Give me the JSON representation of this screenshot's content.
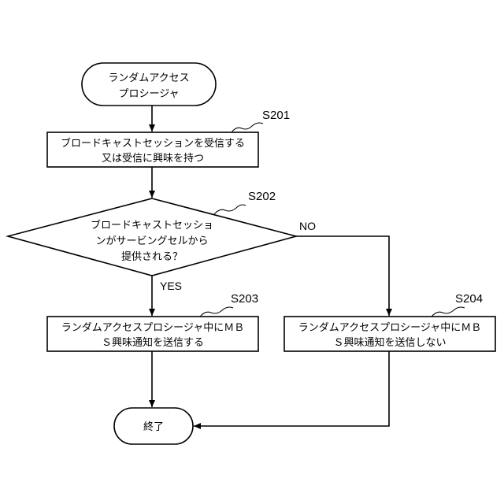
{
  "nodes": {
    "start": {
      "line1": "ランダムアクセス",
      "line2": "プロシージャ"
    },
    "s201": {
      "label": "S201",
      "line1": "ブロードキャストセッションを受信する",
      "line2": "又は受信に興味を持つ"
    },
    "s202": {
      "label": "S202",
      "line1": "ブロードキャストセッショ",
      "line2": "ンがサービングセルから",
      "line3": "提供される？"
    },
    "s203": {
      "label": "S203",
      "line1": "ランダムアクセスプロシージャ中にＭＢ",
      "line2": "Ｓ興味通知を送信する"
    },
    "s204": {
      "label": "S204",
      "line1": "ランダムアクセスプロシージャ中にＭＢ",
      "line2": "Ｓ興味通知を送信しない"
    },
    "end": {
      "text": "終了"
    }
  },
  "branches": {
    "yes": "YES",
    "no": "NO"
  }
}
